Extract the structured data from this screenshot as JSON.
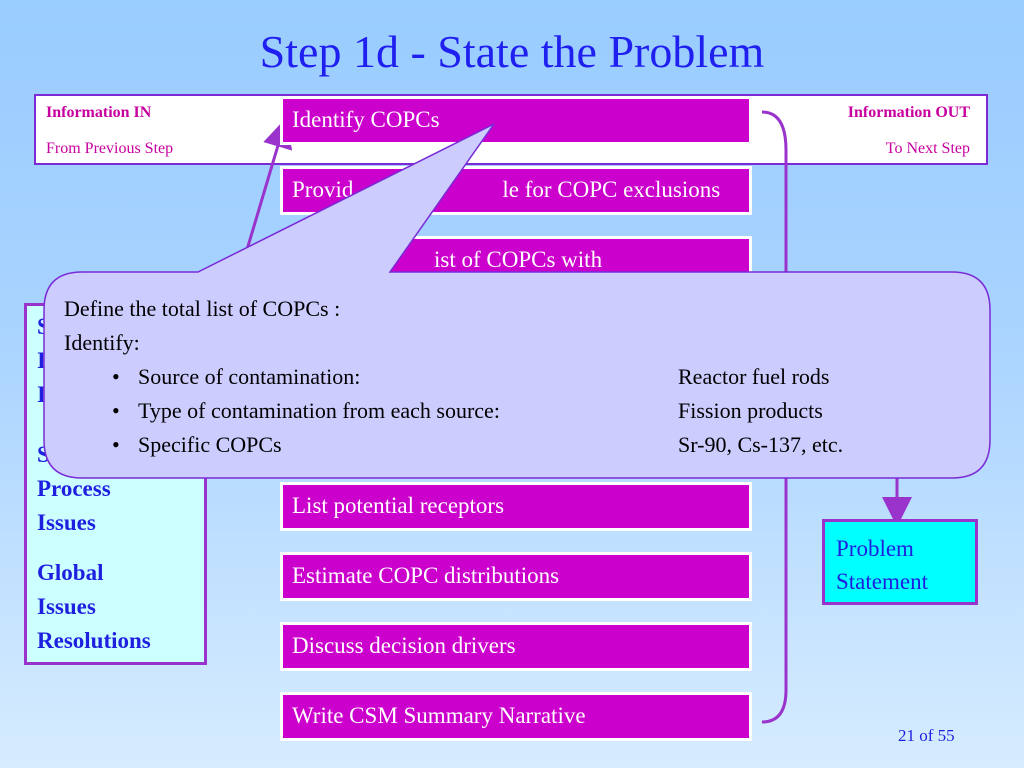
{
  "title": "Step 1d - State the Problem",
  "info_bar": {
    "in_title": "Information IN",
    "in_sub": "From Previous Step",
    "out_title": "Information OUT",
    "out_sub": "To Next Step"
  },
  "steps": [
    "Identify COPCs",
    "Provide rationale for COPC exclusions",
    "Provide list of COPCs with",
    "",
    "List potential receptors",
    "Estimate COPC distributions",
    "Discuss decision drivers",
    "Write CSM Summary Narrative"
  ],
  "steps_visible": [
    "Identify COPCs",
    "Provid",
    "le for COPC exclusions",
    "ist of COPCs with"
  ],
  "left_panel": [
    "S",
    "I",
    "I",
    "S",
    "Process",
    "Issues",
    "Global",
    "Issues",
    "Resolutions"
  ],
  "problem_box": [
    "Problem",
    "Statement"
  ],
  "callout": {
    "heading": "Define the total list of COPCs :",
    "identify": "Identify:",
    "bullets": [
      {
        "label": "Source of contamination:",
        "value": "Reactor fuel rods"
      },
      {
        "label": "Type of contamination from each source:",
        "value": "Fission products"
      },
      {
        "label": "Specific COPCs",
        "value": "Sr-90, Cs-137, etc."
      }
    ]
  },
  "page_number": "21 of 55",
  "colors": {
    "title": "#1f1ff0",
    "step_fill": "#cc00cc",
    "connector": "#9933cc",
    "callout_fill": "#ccccff",
    "panel_fill": "#ccffff",
    "problem_fill": "#00ffff"
  }
}
